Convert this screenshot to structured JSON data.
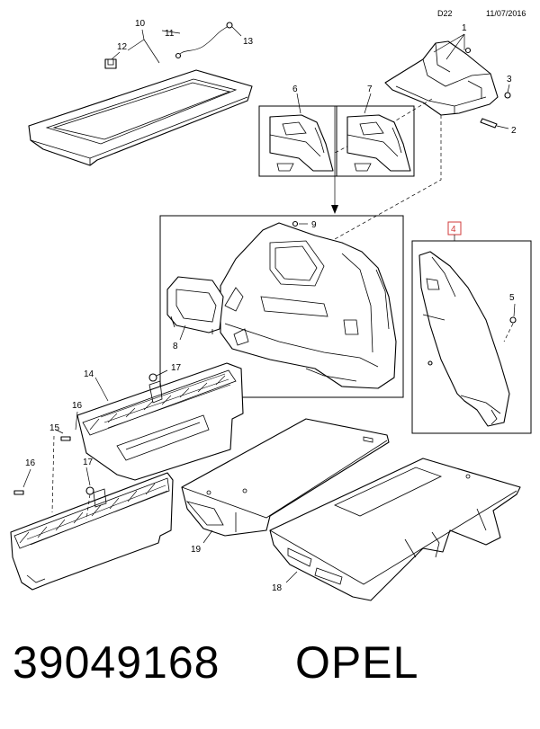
{
  "header": {
    "diagram_code": "D22",
    "date": "11/07/2016"
  },
  "callouts": {
    "c1": "1",
    "c2": "2",
    "c3": "3",
    "c4": "4",
    "c5": "5",
    "c6": "6",
    "c7": "7",
    "c8": "8",
    "c9": "9",
    "c10": "10",
    "c11": "11",
    "c12": "12",
    "c13": "13",
    "c14": "14",
    "c15": "15",
    "c16a": "16",
    "c16b": "16",
    "c17a": "17",
    "c17b": "17",
    "c18": "18",
    "c19": "19"
  },
  "highlighted_callout": "4",
  "highlight_color": "#d23b3b",
  "footer": {
    "part_number": "39049168",
    "brand": "OPEL"
  }
}
